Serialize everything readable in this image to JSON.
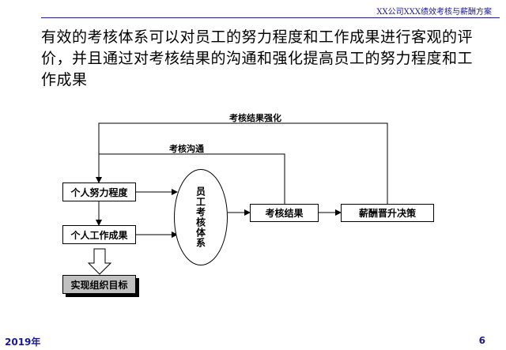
{
  "header": {
    "title": "XX公司XXX绩效考核与薪酬方案"
  },
  "slide": {
    "title": "有效的考核体系可以对员工的努力程度和工作成果进行客观的评价，并且通过对考核结果的沟通和强化提高员工的努力程度和工作成果"
  },
  "diagram": {
    "nodes": {
      "effort": "个人努力程度",
      "output": "个人工作成果",
      "goal": "实现组织目标",
      "system": "员工考核体系",
      "result": "考核结果",
      "decision": "薪酬晋升决策"
    },
    "edge_labels": {
      "reinforce": "考核结果强化",
      "communicate": "考核沟通"
    }
  },
  "footer": {
    "year": "2019年",
    "page": "6"
  },
  "colors": {
    "header_text": "#1a1a8c",
    "goal_fill": "#c0c0c0"
  }
}
